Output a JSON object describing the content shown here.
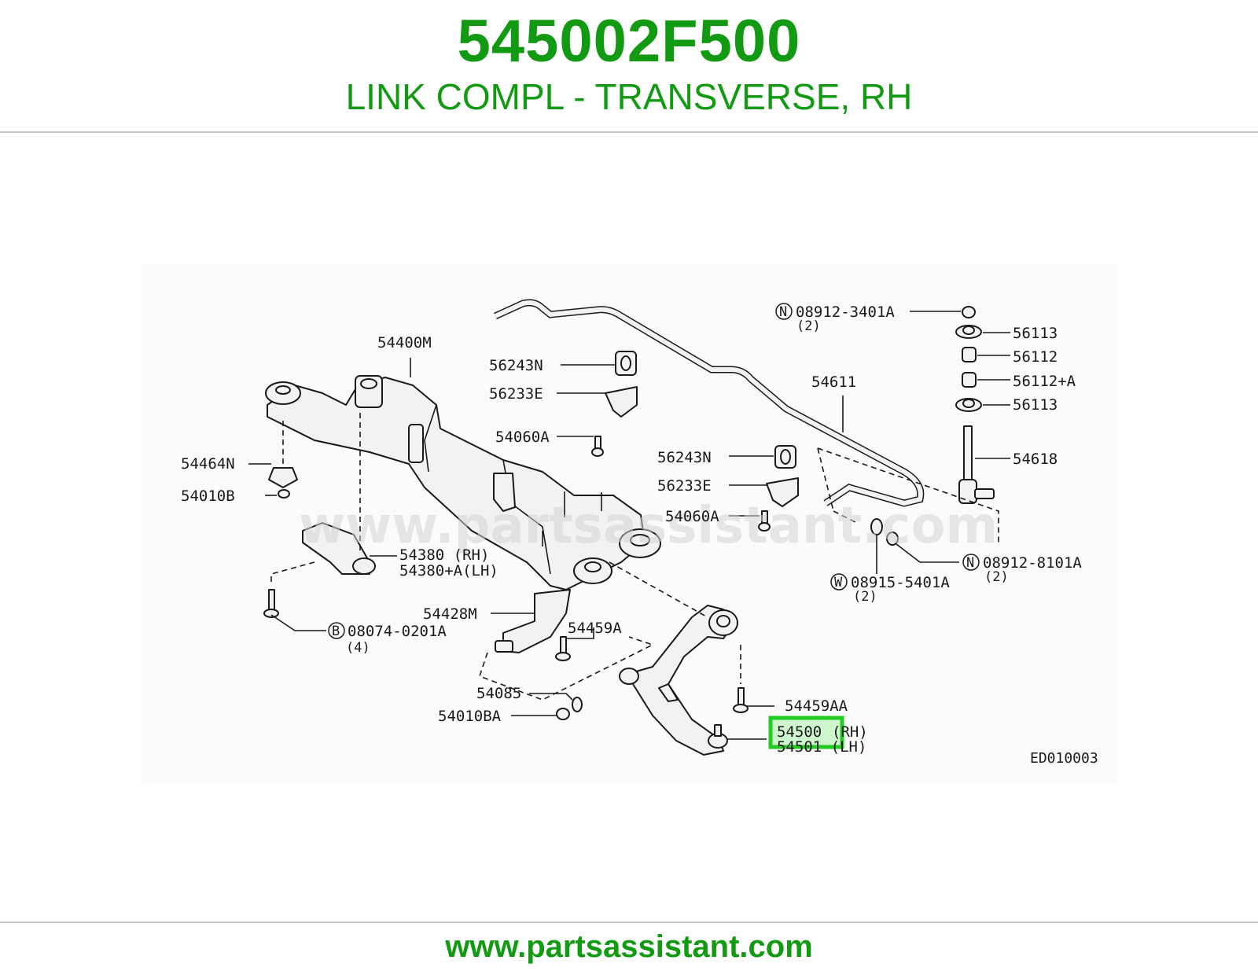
{
  "header": {
    "part_number": "545002F500",
    "description": "LINK COMPL - TRANSVERSE, RH"
  },
  "footer": {
    "url": "www.partsassistant.com"
  },
  "diagram": {
    "watermark": "www.partsassistant.com",
    "code": "ED010003",
    "highlight_color": "#22cc22",
    "brand_color": "#129a12",
    "labels": {
      "l54400M": "54400M",
      "l56243N_a": "56243N",
      "l56233E_a": "56233E",
      "l54060A_a": "54060A",
      "l54464N": "54464N",
      "l54010B": "54010B",
      "l54380": "54380   (RH)",
      "l54380A": "54380+A(LH)",
      "l08074": "08074-0201A",
      "l08074q": "(4)",
      "l54428M": "54428M",
      "l54459A": "54459A",
      "l54085": "54085",
      "l54010BA": "54010BA",
      "l54459AA": "54459AA",
      "l54500": "54500",
      "l54500rh": "(RH)",
      "l54501": "54501 (LH)",
      "l08912_3401": "08912-3401A",
      "l08912_3401q": "(2)",
      "l56113_a": "56113",
      "l56112": "56112",
      "l56112A": "56112+A",
      "l56113_b": "56113",
      "l54611": "54611",
      "l54618": "54618",
      "l56243N_b": "56243N",
      "l56233E_b": "56233E",
      "l54060A_b": "54060A",
      "l08912_8101": "08912-8101A",
      "l08912_8101q": "(2)",
      "l08915": "08915-5401A",
      "l08915q": "(2)",
      "prefix_n1": "N",
      "prefix_n2": "N",
      "prefix_w": "W",
      "prefix_b": "B"
    }
  }
}
